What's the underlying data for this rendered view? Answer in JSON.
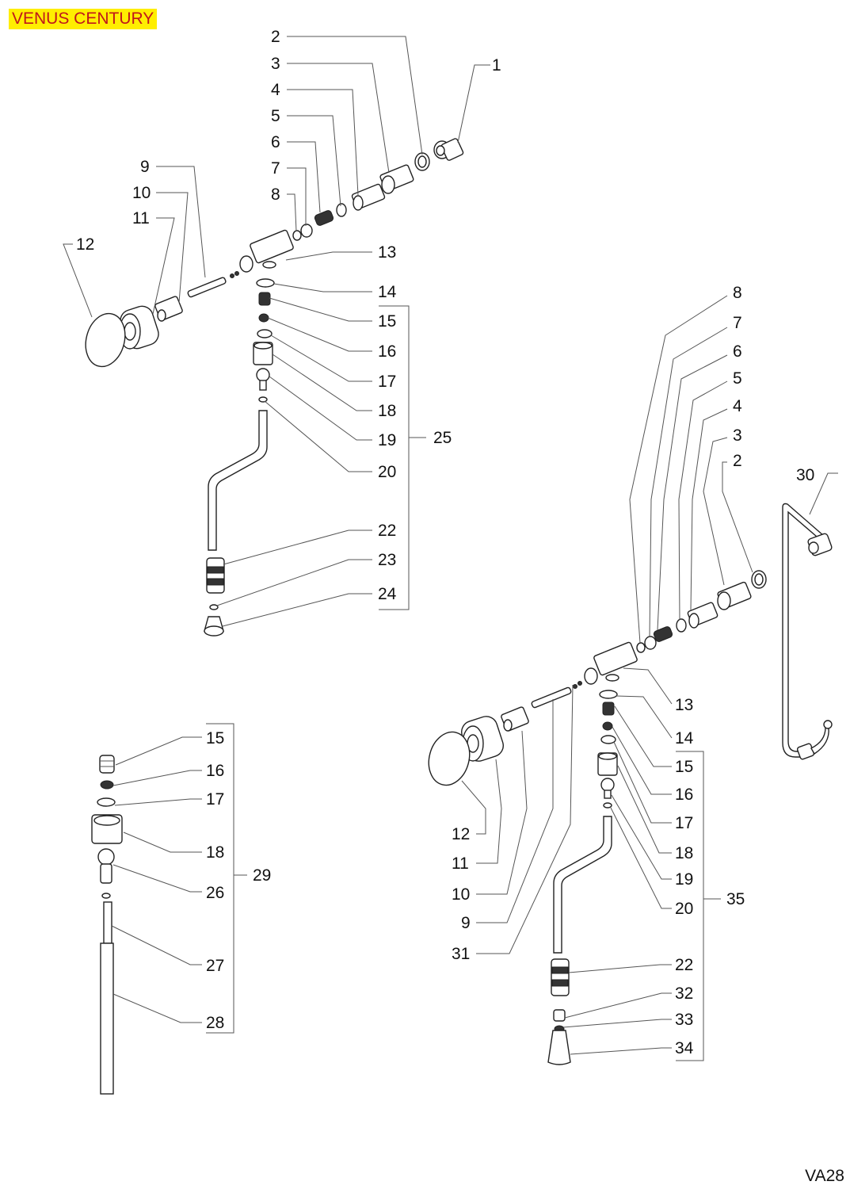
{
  "title": "VENUS CENTURY",
  "drawing_code": "VA28",
  "colors": {
    "title_bg": "#ffee00",
    "title_text": "#c0171b",
    "line": "#555555"
  },
  "assemblies": [
    {
      "name": "upper-left-assembly",
      "callouts": [
        "2",
        "3",
        "4",
        "5",
        "6",
        "7",
        "8",
        "9",
        "10",
        "11",
        "12",
        "1",
        "13",
        "14",
        "15",
        "16",
        "17",
        "18",
        "19",
        "20",
        "22",
        "23",
        "24"
      ],
      "group": {
        "label": "25",
        "members": [
          "15",
          "16",
          "17",
          "18",
          "19",
          "20",
          "22",
          "23",
          "24"
        ]
      }
    },
    {
      "name": "lower-left-assembly",
      "callouts": [
        "15",
        "16",
        "17",
        "18",
        "26",
        "27",
        "28"
      ],
      "group": {
        "label": "29",
        "members": [
          "15",
          "16",
          "17",
          "18",
          "26",
          "27",
          "28"
        ]
      }
    },
    {
      "name": "right-assembly",
      "callouts": [
        "8",
        "7",
        "6",
        "5",
        "4",
        "3",
        "2",
        "13",
        "14",
        "15",
        "16",
        "17",
        "18",
        "19",
        "20",
        "12",
        "11",
        "10",
        "9",
        "31",
        "22",
        "32",
        "33",
        "34"
      ],
      "group": {
        "label": "35",
        "members": [
          "15",
          "16",
          "17",
          "18",
          "19",
          "20",
          "22",
          "32",
          "33",
          "34"
        ]
      }
    },
    {
      "name": "pipe-assembly",
      "callouts": [
        "30"
      ]
    }
  ],
  "labels": {
    "ul": {
      "c2": "2",
      "c3": "3",
      "c4": "4",
      "c5": "5",
      "c6": "6",
      "c7": "7",
      "c8": "8",
      "c9": "9",
      "c10": "10",
      "c11": "11",
      "c12": "12",
      "c1": "1",
      "c13": "13",
      "c14": "14",
      "c15": "15",
      "c16": "16",
      "c17": "17",
      "c18": "18",
      "c19": "19",
      "c20": "20",
      "c22": "22",
      "c23": "23",
      "c24": "24",
      "c25": "25"
    },
    "ll": {
      "c15": "15",
      "c16": "16",
      "c17": "17",
      "c18": "18",
      "c26": "26",
      "c27": "27",
      "c28": "28",
      "c29": "29"
    },
    "r": {
      "c8": "8",
      "c7": "7",
      "c6": "6",
      "c5": "5",
      "c4": "4",
      "c3": "3",
      "c2": "2",
      "c13": "13",
      "c14": "14",
      "c15": "15",
      "c16": "16",
      "c17": "17",
      "c18": "18",
      "c19": "19",
      "c20": "20",
      "c12": "12",
      "c11": "11",
      "c10": "10",
      "c9": "9",
      "c31": "31",
      "c22": "22",
      "c32": "32",
      "c33": "33",
      "c34": "34",
      "c35": "35"
    },
    "p": {
      "c30": "30"
    }
  }
}
